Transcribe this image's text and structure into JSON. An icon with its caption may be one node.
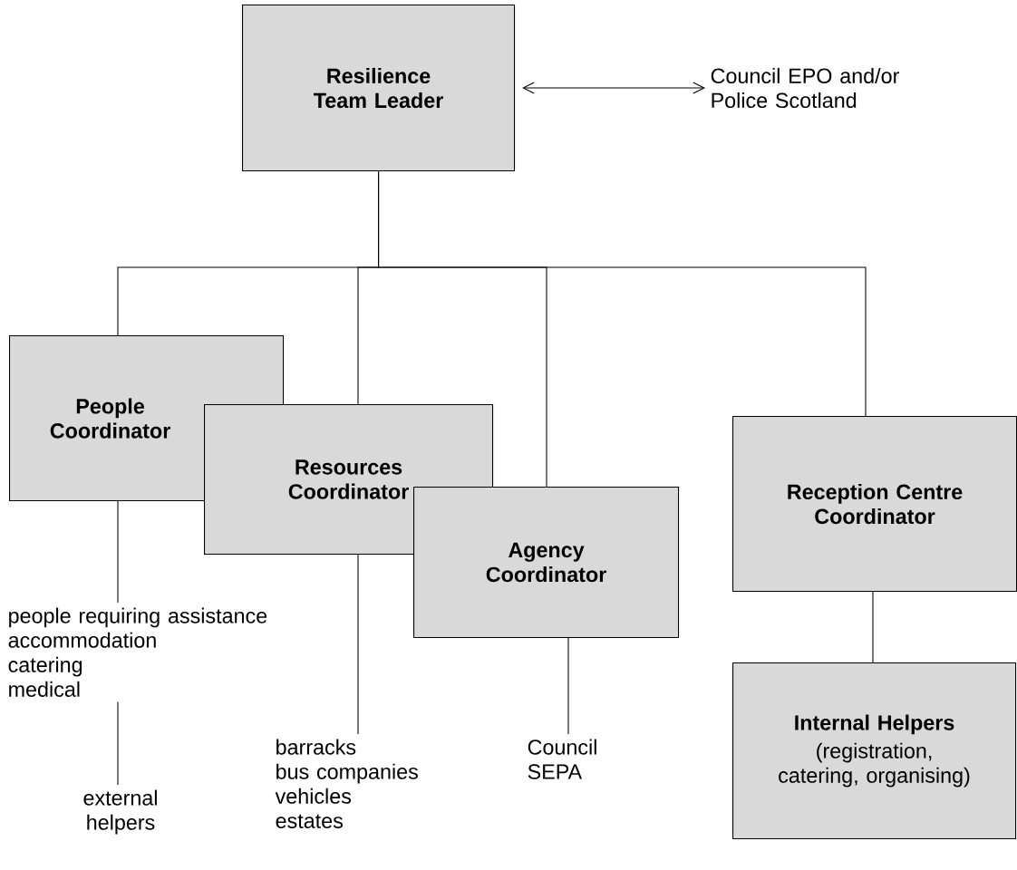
{
  "diagram": {
    "nodes": [
      {
        "text": [
          "Resilience Team Leader"
        ]
      },
      {
        "text": [
          "Council EPO and/or Police Scotland"
        ]
      },
      {
        "text": [
          "People Coordinator"
        ]
      },
      {
        "text": [
          "Resources Coordinator"
        ]
      },
      {
        "text": [
          "Agency Coordinator"
        ]
      },
      {
        "text": [
          "Reception Centre Coordinator"
        ]
      },
      {
        "text": [
          "people requiring assistance",
          "accommodation",
          "catering",
          "medical"
        ]
      },
      {
        "text": [
          "external helpers"
        ]
      },
      {
        "text": [
          "barracks",
          "bus companies",
          "vehicles",
          "estates"
        ]
      },
      {
        "text": [
          "Council",
          "SEPA"
        ]
      },
      {
        "text": [
          "Internal Helpers",
          "(registration, catering, organising)"
        ]
      }
    ],
    "edges": [
      {
        "from": 0,
        "to": 1,
        "arrow": "both"
      },
      {
        "from": 0,
        "to": 2,
        "arrow": "none"
      },
      {
        "from": 0,
        "to": 3,
        "arrow": "none"
      },
      {
        "from": 0,
        "to": 4,
        "arrow": "none"
      },
      {
        "from": 0,
        "to": 5,
        "arrow": "none"
      },
      {
        "from": 2,
        "to": 6,
        "arrow": "none"
      },
      {
        "from": 6,
        "to": 7,
        "arrow": "none"
      },
      {
        "from": 3,
        "to": 8,
        "arrow": "none"
      },
      {
        "from": 4,
        "to": 9,
        "arrow": "none"
      },
      {
        "from": 5,
        "to": 10,
        "arrow": "none"
      }
    ]
  }
}
